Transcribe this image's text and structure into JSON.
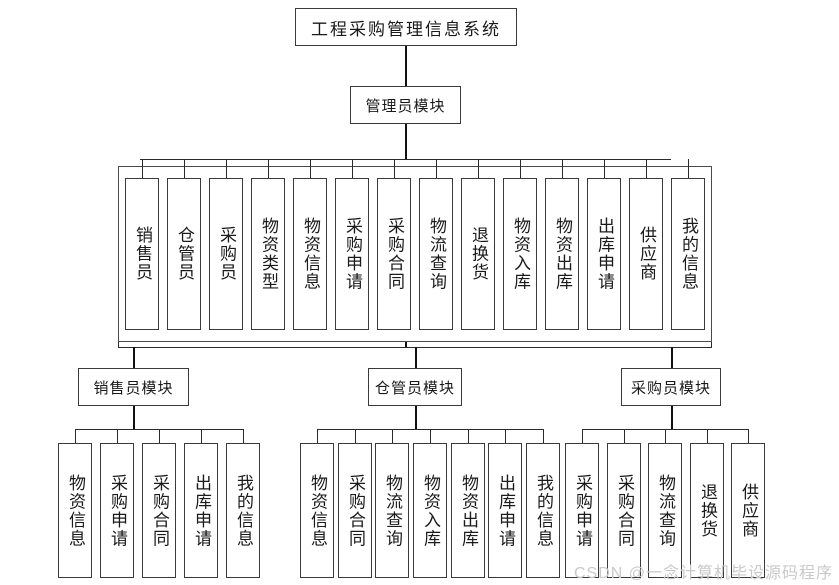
{
  "diagram": {
    "title": "工程采购管理信息系统",
    "admin_module": {
      "label": "管理员模块",
      "items": [
        "销售员",
        "仓管员",
        "采购员",
        "物资类型",
        "物资信息",
        "采购申请",
        "采购合同",
        "物流查询",
        "退换货",
        "物资入库",
        "物资出库",
        "出库申请",
        "供应商",
        "我的信息"
      ]
    },
    "modules": [
      {
        "label": "销售员模块",
        "items": [
          "物资信息",
          "采购申请",
          "采购合同",
          "出库申请",
          "我的信息"
        ]
      },
      {
        "label": "仓管员模块",
        "items": [
          "物资信息",
          "采购合同",
          "物流查询",
          "物资入库",
          "物资出库",
          "出库申请",
          "我的信息"
        ]
      },
      {
        "label": "采购员模块",
        "items": [
          "采购申请",
          "采购合同",
          "物流查询",
          "退换货",
          "供应商"
        ]
      }
    ]
  },
  "watermark": "CSDN @一念计算机毕设源码程序",
  "colors": {
    "border": "#3a3a3a",
    "line": "#2b2b2b",
    "background": "#ffffff",
    "text": "#1a1a1a",
    "watermark": "#c9c9c9"
  }
}
